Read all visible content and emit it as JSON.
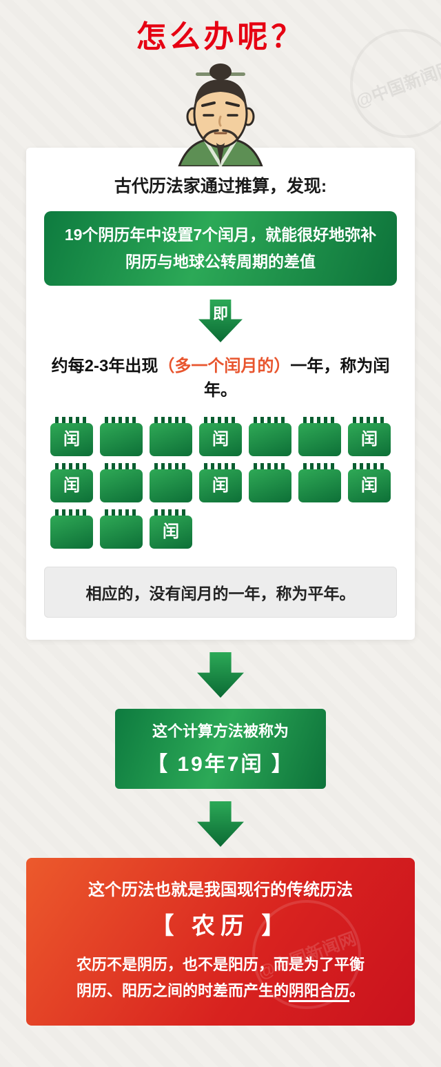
{
  "title": "怎么办呢？",
  "watermark": {
    "text": "@中国新闻网"
  },
  "card": {
    "intro": "古代历法家通过推算，发现:",
    "highlight_banner": {
      "line1": "19个阴历年中设置7个闰月，就能很好地弥补",
      "line2": "阴历与地球公转周期的差值"
    },
    "arrow_label": "即",
    "sentence": {
      "pre": "约每2-3年出现",
      "highlight": "（多一个闰月的）",
      "post": "一年，称为闰年。"
    },
    "calendar_rows": [
      [
        "闰",
        "",
        "",
        "闰",
        "",
        "",
        "闰"
      ],
      [
        "闰",
        "",
        "",
        "闰",
        "",
        "",
        "闰"
      ],
      [
        "",
        "",
        "闰"
      ]
    ],
    "note": "相应的，没有闰月的一年，称为平年。"
  },
  "method": {
    "line1": "这个计算方法被称为",
    "line2": "【 19年7闰 】"
  },
  "conclusion": {
    "line1": "这个历法也就是我国现行的传统历法",
    "line2": "【 农历 】",
    "line3": "农历不是阴历，也不是阳历，而是为了平衡",
    "line4_pre": "阴历、阳历之间的时差而产生的",
    "line4_emphasis": "阴阳合历",
    "line4_post": "。"
  },
  "colors": {
    "title_red": "#e60012",
    "green_dark": "#0b6a34",
    "green_light": "#2ca957",
    "highlight_red": "#e8552e",
    "red_banner_start": "#ec5a2c",
    "red_banner_end": "#c9121e",
    "background": "#f2f0ec"
  }
}
